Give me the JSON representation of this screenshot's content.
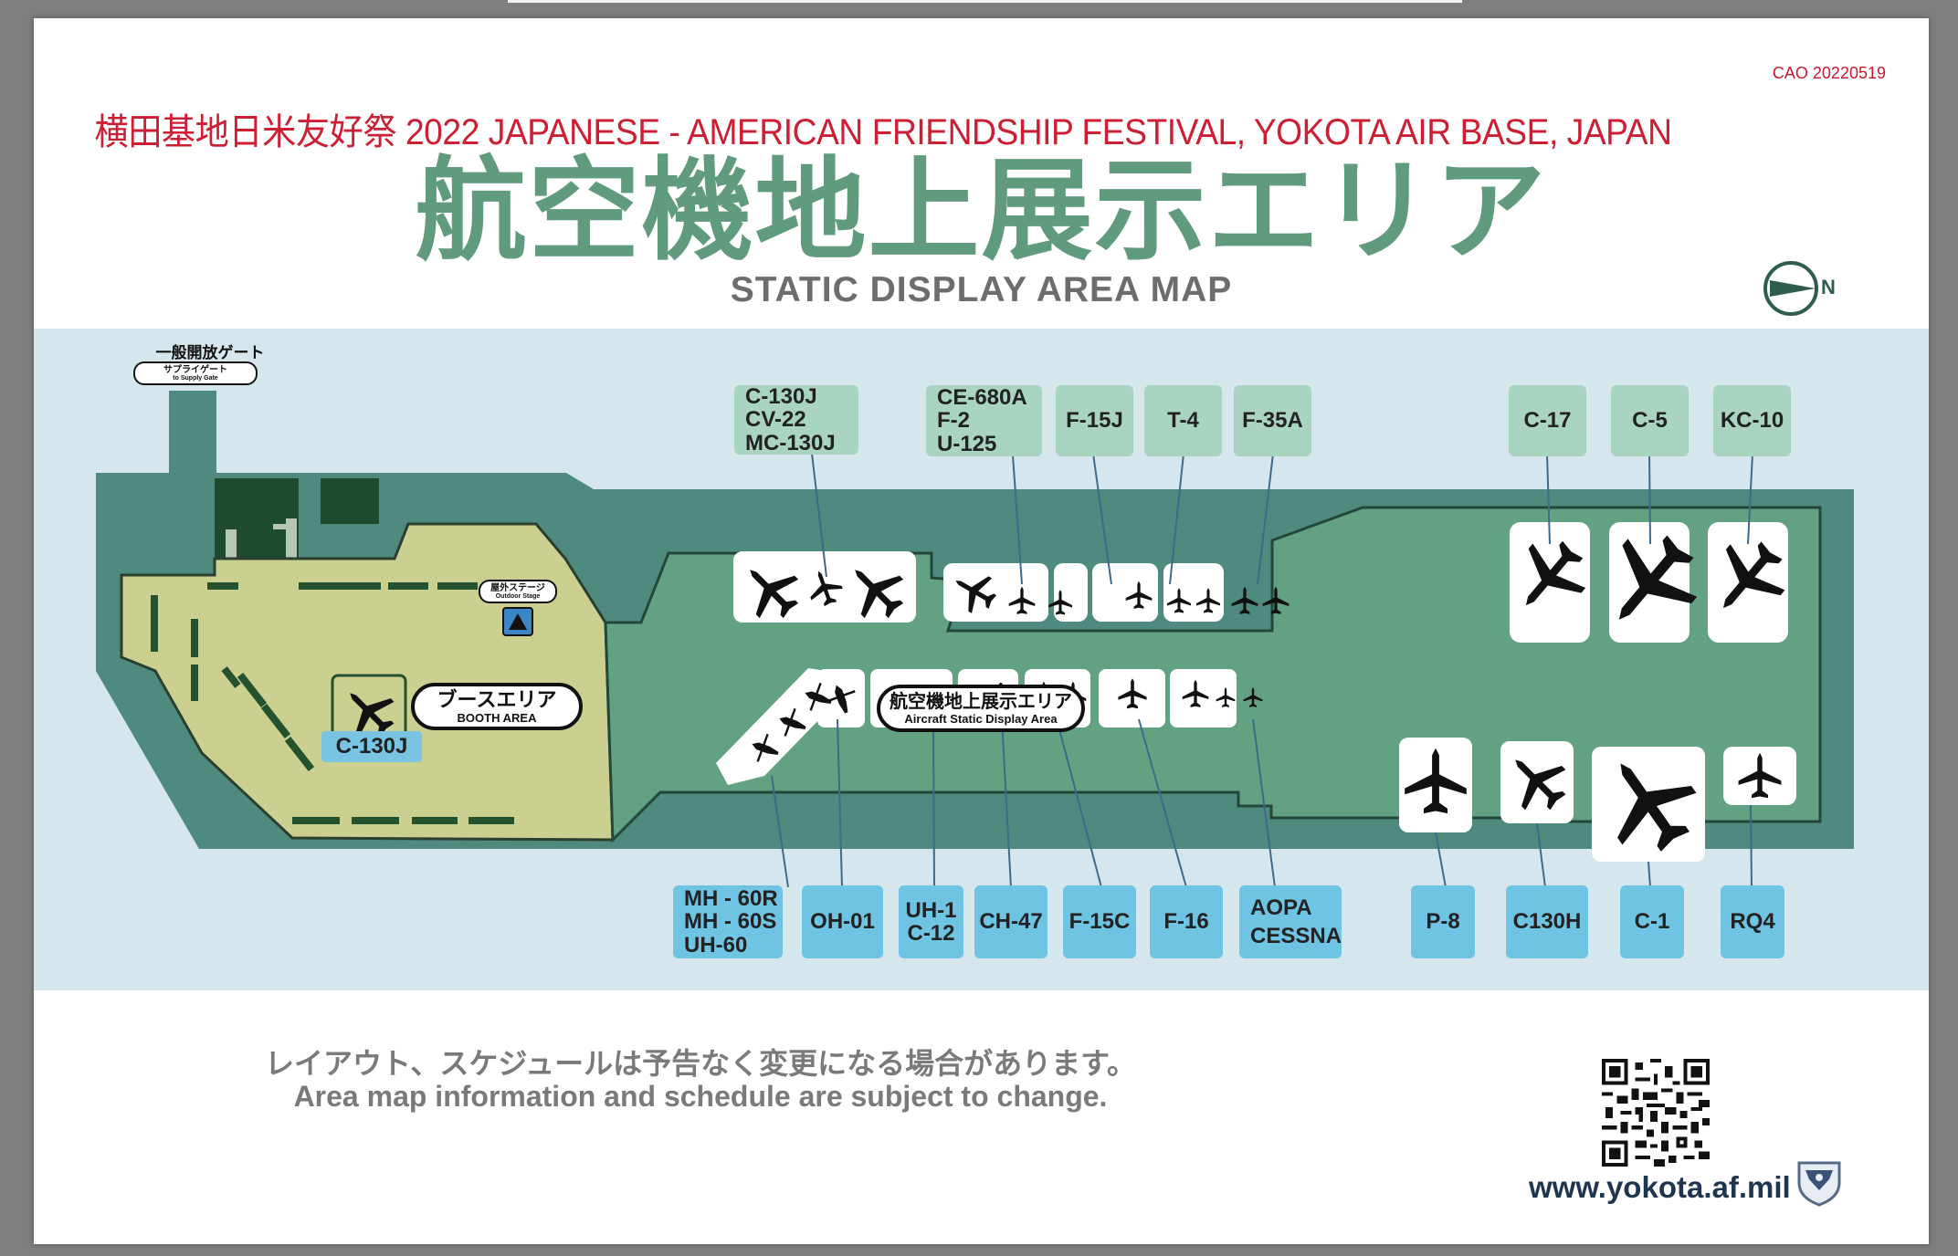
{
  "header": {
    "doc_code": "CAO 20220519",
    "subtitle": "横田基地日米友好祭 2022 JAPANESE - AMERICAN FRIENDSHIP FESTIVAL, YOKOTA AIR BASE, JAPAN",
    "title_jp": "航空機地上展示エリア",
    "title_en": "STATIC DISPLAY AREA MAP",
    "north_label": "N"
  },
  "map": {
    "gate_jp": "一般開放ゲート",
    "gate_sub_jp": "サプライゲート",
    "gate_sub_en": "to Supply Gate",
    "stage_jp": "屋外ステージ",
    "stage_en": "Outdoor Stage",
    "booth_jp": "ブースエリア",
    "booth_en": "BOOTH AREA",
    "booth_aircraft": "C-130J",
    "display_jp": "航空機地上展示エリア",
    "display_en": "Aircraft Static Display Area"
  },
  "labels_top": [
    {
      "lines": [
        "C-130J",
        "CV-22",
        "MC-130J"
      ]
    },
    {
      "lines": [
        "CE-680A",
        "F-2",
        "U-125"
      ]
    },
    {
      "lines": [
        "F-15J"
      ]
    },
    {
      "lines": [
        "T-4"
      ]
    },
    {
      "lines": [
        "F-35A"
      ]
    },
    {
      "lines": [
        "C-17"
      ]
    },
    {
      "lines": [
        "C-5"
      ]
    },
    {
      "lines": [
        "KC-10"
      ]
    }
  ],
  "labels_bottom": [
    {
      "lines": [
        "MH - 60R",
        "MH - 60S",
        "UH-60"
      ]
    },
    {
      "lines": [
        "OH-01"
      ]
    },
    {
      "lines": [
        "UH-1",
        "C-12"
      ]
    },
    {
      "lines": [
        "CH-47"
      ]
    },
    {
      "lines": [
        "F-15C"
      ]
    },
    {
      "lines": [
        "F-16"
      ]
    },
    {
      "lines": [
        "AOPA",
        "CESSNA"
      ]
    },
    {
      "lines": [
        "P-8"
      ]
    },
    {
      "lines": [
        "C130H"
      ]
    },
    {
      "lines": [
        "C-1"
      ]
    },
    {
      "lines": [
        "RQ4"
      ]
    }
  ],
  "footer": {
    "note_jp": "レイアウト、スケジュールは予告なく変更になる場合があります。",
    "note_en": "Area map information and schedule are subject to change.",
    "url": "www.yokota.af.mil"
  },
  "colors": {
    "title_green": "#5f9b7c",
    "subtitle_red": "#cc1f33",
    "apron_dark": "#4e8a7e",
    "apron_green": "#62a283",
    "booth_yellow": "#cbcf90",
    "sky": "#d5e7ec",
    "label_top": "#a9d4c2",
    "label_bottom": "#6fc3e3"
  }
}
